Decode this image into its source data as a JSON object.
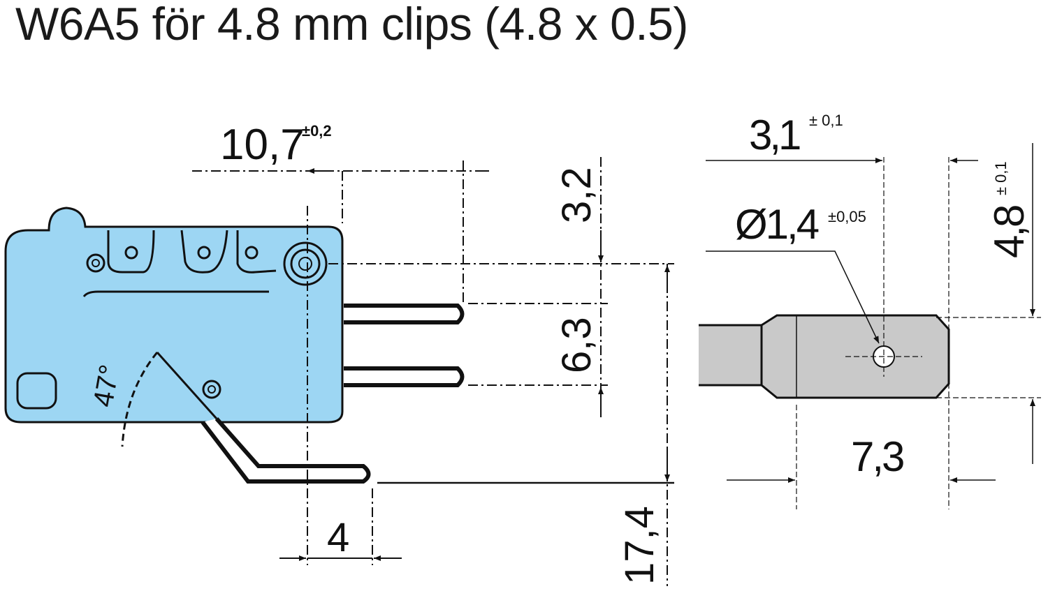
{
  "title": "W6A5 för 4.8 mm clips (4.8 x 0.5)",
  "colors": {
    "switch_body": "#9dd6f3",
    "terminal": "#c9c9c9",
    "ink": "#111111"
  },
  "switch_view": {
    "dim_width": "10,7",
    "dim_width_tol": "±0,2",
    "dim_top": "3,2",
    "dim_pitch": "6,3",
    "dim_height": "17,4",
    "dim_offset": "4",
    "angle": "47°"
  },
  "terminal_view": {
    "dim_hole_pos": "3,1",
    "dim_hole_pos_tol": "± 0,1",
    "dim_hole_dia": "Ø1,4",
    "dim_hole_dia_tol": "±0,05",
    "dim_width": "4,8",
    "dim_width_tol": "± 0,1",
    "dim_length": "7,3"
  }
}
